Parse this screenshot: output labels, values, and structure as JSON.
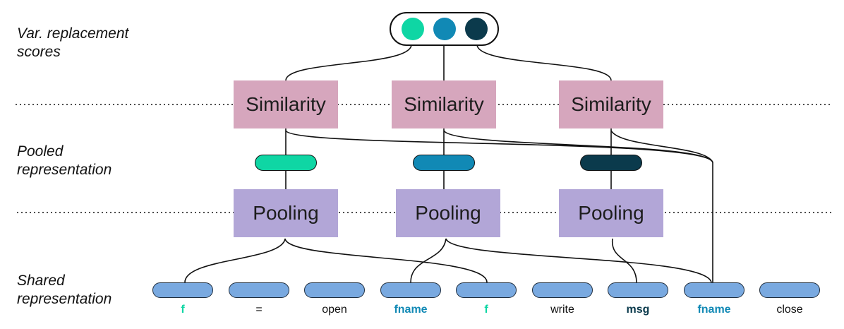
{
  "side_labels": {
    "scores": "Var. replacement\nscores",
    "pooled": "Pooled\nrepresentation",
    "shared": "Shared\nrepresentation"
  },
  "similarity_boxes": [
    "Similarity",
    "Similarity",
    "Similarity"
  ],
  "pooling_boxes": [
    "Pooling",
    "Pooling",
    "Pooling"
  ],
  "colors": {
    "var1": "#0fd6a4",
    "var2": "#1189b5",
    "var3": "#0b3a4c",
    "token_fill": "#79a9e0",
    "neutral_text": "#111111"
  },
  "tokens": [
    {
      "label": "f",
      "color": "#0fd6a4",
      "bold": true
    },
    {
      "label": "=",
      "color": "#111111",
      "bold": false
    },
    {
      "label": "open",
      "color": "#111111",
      "bold": false
    },
    {
      "label": "fname",
      "color": "#1189b5",
      "bold": true
    },
    {
      "label": "f",
      "color": "#0fd6a4",
      "bold": true
    },
    {
      "label": "write",
      "color": "#111111",
      "bold": false
    },
    {
      "label": "msg",
      "color": "#0b3a4c",
      "bold": true
    },
    {
      "label": "fname",
      "color": "#1189b5",
      "bold": true
    },
    {
      "label": "close",
      "color": "#111111",
      "bold": false
    }
  ]
}
